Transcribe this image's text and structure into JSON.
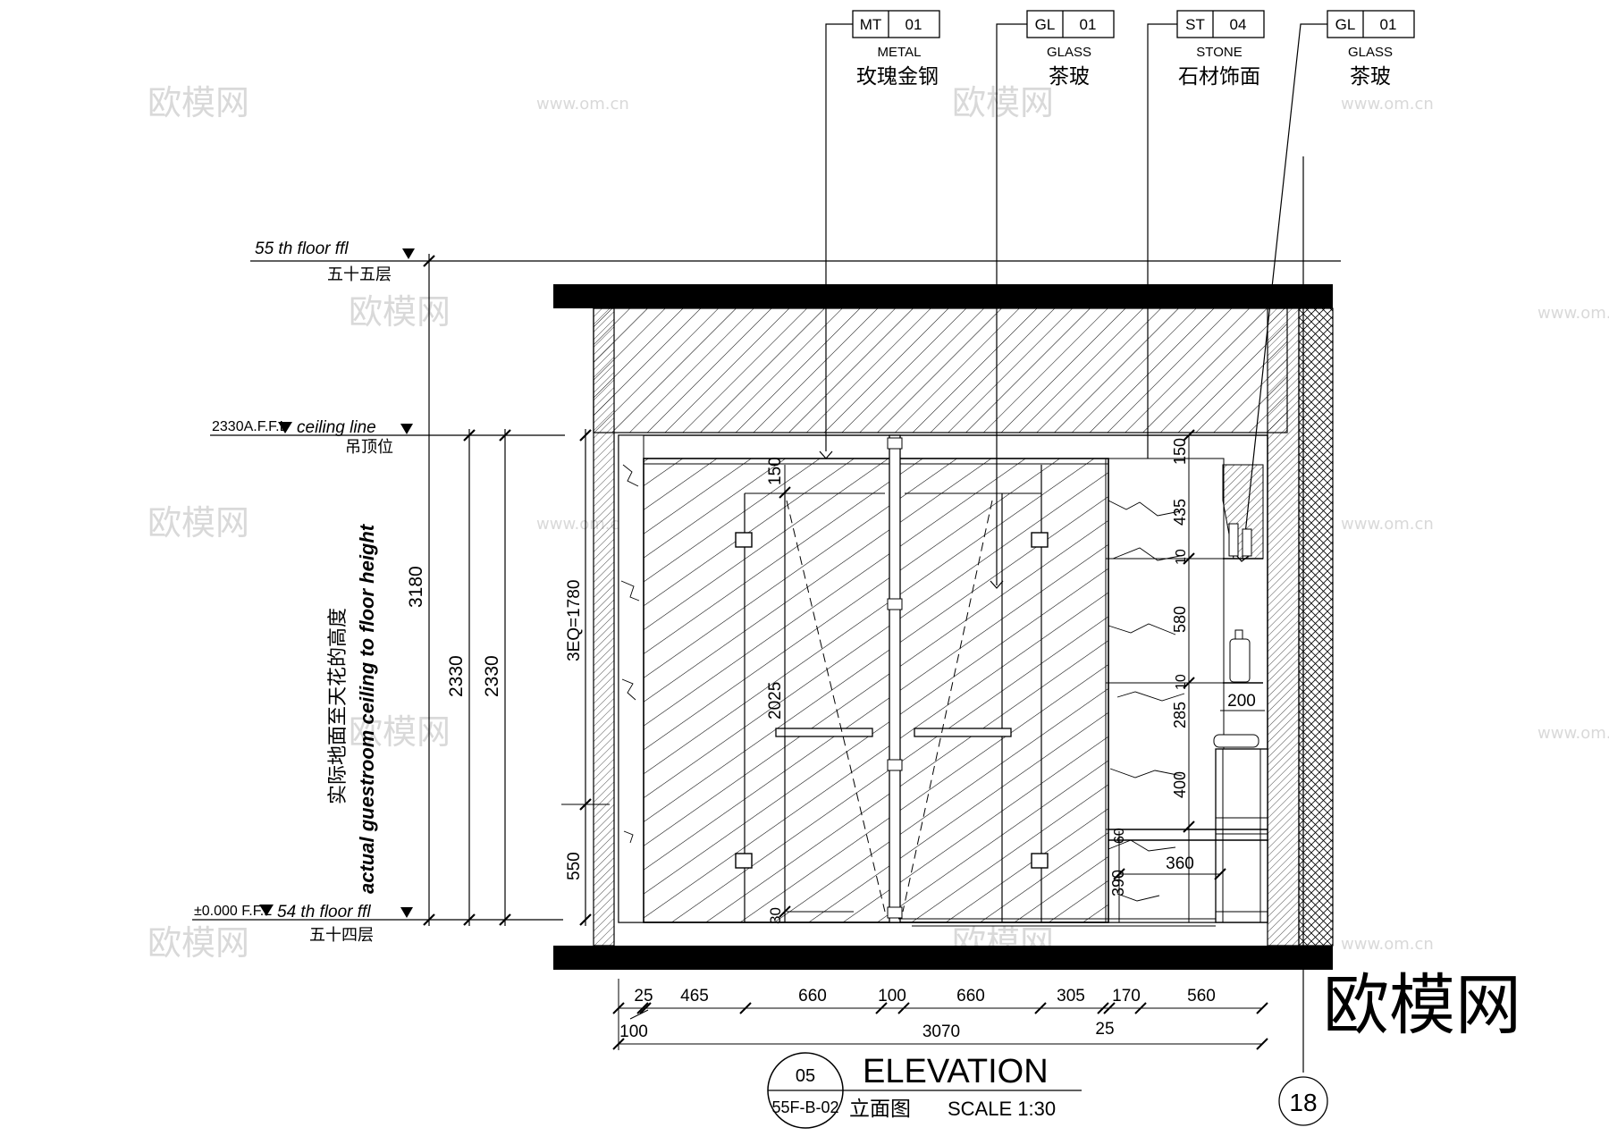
{
  "material_tags": [
    {
      "code": "MT",
      "num": "01",
      "en": "METAL",
      "cn": "玫瑰金钢"
    },
    {
      "code": "GL",
      "num": "01",
      "en": "GLASS",
      "cn": "茶玻"
    },
    {
      "code": "ST",
      "num": "04",
      "en": "STONE",
      "cn": "石材饰面"
    },
    {
      "code": "GL",
      "num": "01",
      "en": "GLASS",
      "cn": "茶玻"
    }
  ],
  "levels": {
    "top_en": "55 th floor ffl",
    "top_cn": "五十五层",
    "ceiling_code": "2330A.F.F.L",
    "ceiling_en": "ceiling line",
    "ceiling_cn": "吊顶位",
    "floor_code": "±0.000 F.F.L",
    "floor_en": "54 th floor ffl",
    "floor_cn": "五十四层"
  },
  "side_note": {
    "cn": "实际地面至天花的高度",
    "en": "actual guestroom ceiling to floor height"
  },
  "vertical_dims": {
    "total": "3180",
    "ceiling_a": "2330",
    "ceiling_b": "2330",
    "panel": "3EQ=1780",
    "base": "550",
    "door_top": "150",
    "door": "2025",
    "door_bottom": "30",
    "shelf": [
      "150",
      "435",
      "10",
      "580",
      "10",
      "285",
      "400",
      "60",
      "390"
    ]
  },
  "horizontal_dims": {
    "top_row": [
      "25",
      "465",
      "660",
      "100",
      "660",
      "305",
      "170",
      "560"
    ],
    "bottom_row": [
      "100",
      "3070",
      "25"
    ],
    "niche_width": "200",
    "bench_width": "360"
  },
  "title_block": {
    "num": "05",
    "sheet": "55F-B-02",
    "title": "ELEVATION",
    "cn": "立面图",
    "scale": "SCALE   1:30"
  },
  "grid_marker": "18",
  "watermark_big": "欧模网",
  "watermark_small": "欧模网",
  "watermark_url": "www.om.cn"
}
